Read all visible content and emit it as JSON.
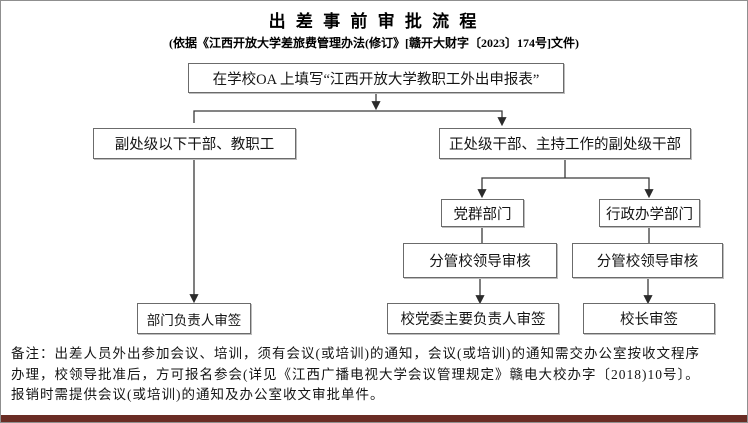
{
  "page": {
    "title": "出 差 事 前 审 批 流 程",
    "subtitle": "(依据《江西开放大学差旅费管理办法(修订》[赣开大财字〔2023〕174号]文件)"
  },
  "flowchart": {
    "type": "flowchart",
    "nodes": {
      "oa_form": "在学校OA 上填写“江西开放大学教职工外出申报表”",
      "below_deputy": "副处级以下干部、教职工",
      "full_division": "正处级干部、主持工作的副处级干部",
      "party_dept": "党群部门",
      "admin_dept": "行政办学部门",
      "leader_review_left": "分管校领导审核",
      "leader_review_right": "分管校领导审核",
      "dept_head_sign": "部门负责人审签",
      "party_secretary_sign": "校党委主要负责人审签",
      "president_sign": "校长审签"
    },
    "edges": [
      {
        "from": "oa_form",
        "to": "below_deputy"
      },
      {
        "from": "oa_form",
        "to": "full_division"
      },
      {
        "from": "below_deputy",
        "to": "dept_head_sign"
      },
      {
        "from": "full_division",
        "to": "party_dept"
      },
      {
        "from": "full_division",
        "to": "admin_dept"
      },
      {
        "from": "party_dept",
        "to": "leader_review_left"
      },
      {
        "from": "admin_dept",
        "to": "leader_review_right"
      },
      {
        "from": "leader_review_left",
        "to": "party_secretary_sign"
      },
      {
        "from": "leader_review_right",
        "to": "president_sign"
      }
    ]
  },
  "note": {
    "lines": [
      "备注：出差人员外出参加会议、培训，须有会议(或培训)的通知，会议(或培训)的通知需交办公室按收文程序",
      "办理，校领导批准后，方可报名参会(详见《江西广播电视大学会议管理规定》赣电大校办字〔2018)10号〕。",
      "报销时需提供会议(或培训)的通知及办公室收文审批单件。"
    ]
  },
  "colors": {
    "background": "#ffffff",
    "text": "#141414",
    "box_border": "#6b6b6b",
    "connector": "#333333",
    "outer_border": "#8f8f8f",
    "bottom_bar": "#6a2c24"
  }
}
